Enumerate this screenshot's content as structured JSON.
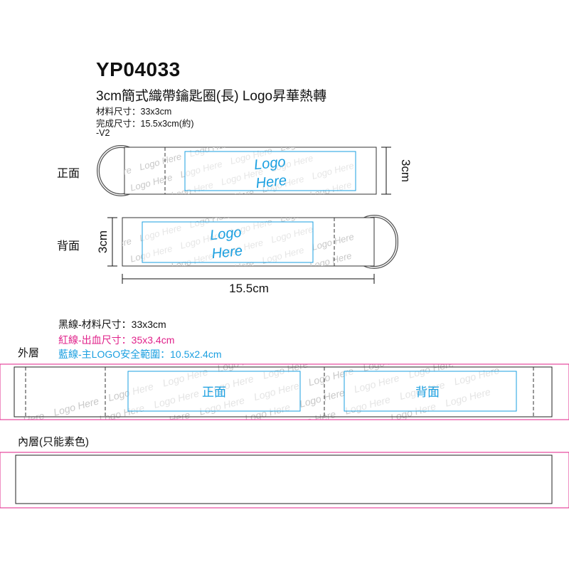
{
  "header": {
    "product_code": "YP04033",
    "product_name": "3cm簡式織帶鑰匙圈(長) Logo昇華熱轉",
    "specs": [
      "材料尺寸：33x3cm",
      "完成尺寸：15.5x3cm(約)",
      "-V2"
    ]
  },
  "views": {
    "front_label": "正面",
    "back_label": "背面",
    "height_dim": "3cm",
    "width_dim": "15.5cm",
    "logo_line1": "Logo",
    "logo_line2": "Here",
    "pattern_text": "Logo Here"
  },
  "legend": {
    "black": "黑線-材料尺寸：33x3cm",
    "red": "紅線-出血尺寸：35x3.4cm",
    "blue": "藍線-主LOGO安全範圍：10.5x2.4cm"
  },
  "layers": {
    "outer_label": "外層",
    "outer_front": "正面",
    "outer_back": "背面",
    "inner_label": "內層(只能素色)"
  },
  "colors": {
    "black_line": "#000000",
    "bleed_line": "#e0218a",
    "safe_line": "#1a9fe0",
    "pattern": "#c8c8c8"
  }
}
